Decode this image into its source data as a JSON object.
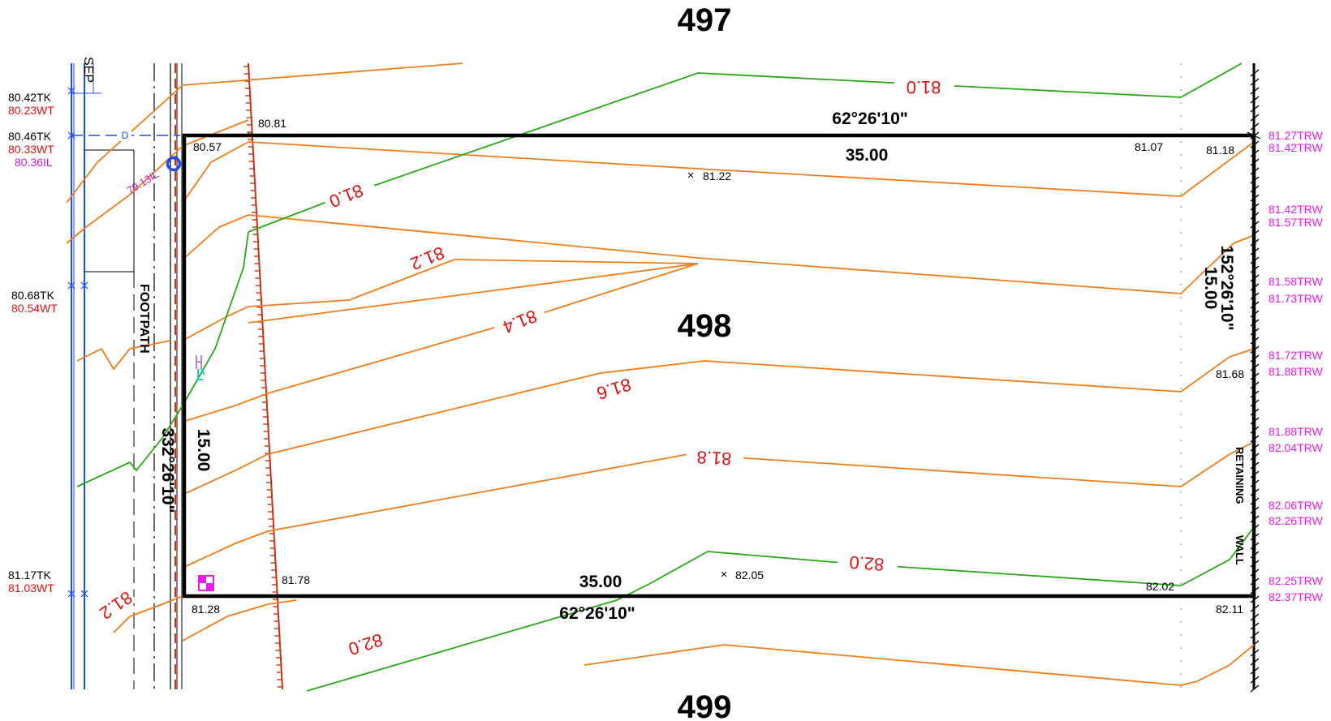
{
  "lots": {
    "north": "497",
    "center": "498",
    "south": "499"
  },
  "boundary": {
    "north_bearing": "62°26'10\"",
    "north_distance": "35.00",
    "south_bearing": "62°26'10\"",
    "south_distance": "35.00",
    "west_bearing": "332°26'10\"",
    "west_distance": "15.00",
    "east_bearing": "152°26'10\"",
    "east_distance": "15.00"
  },
  "spot_levels": [
    "80.81",
    "80.57",
    "81.07",
    "81.18",
    "81.22",
    "81.68",
    "81.78",
    "82.05",
    "82.02",
    "81.28",
    "82.11"
  ],
  "contour_labels": [
    "81.0",
    "81.0",
    "81.2",
    "81.4",
    "81.6",
    "81.8",
    "82.0",
    "82.0",
    "81.2"
  ],
  "left_levels": [
    {
      "tk": "80.42TK",
      "wt": "80.23WT"
    },
    {
      "tk": "80.46TK",
      "wt": "80.33WT",
      "il": "80.36IL"
    },
    {
      "tk": "80.68TK",
      "wt": "80.54WT"
    },
    {
      "tk": "81.17TK",
      "wt": "81.03WT"
    }
  ],
  "pit_invert": "79.13IL",
  "retaining_wall_levels": [
    "81.27TRW",
    "81.42TRW",
    "81.42TRW",
    "81.57TRW",
    "81.58TRW",
    "81.73TRW",
    "81.72TRW",
    "81.88TRW",
    "81.88TRW",
    "82.04TRW",
    "82.06TRW",
    "82.26TRW",
    "82.25TRW",
    "82.37TRW"
  ],
  "labels": {
    "footpath": "FOOTPATH",
    "sep": "SEP",
    "drain": "D",
    "retaining": "RETAINING",
    "wall": "WALL"
  },
  "colors": {
    "boundary": "#000000",
    "contour_minor": "#f07c1a",
    "contour_major": "#2aa81a",
    "contour_label": "#e01010",
    "kerb_lines": "#1a4bff",
    "trw_text": "#e61ee6",
    "service_red": "#c83214",
    "pit_marker": "#e61ee6"
  },
  "icons": [
    "pit-circle-icon",
    "survey-marker-icon",
    "water-meter-icon"
  ]
}
